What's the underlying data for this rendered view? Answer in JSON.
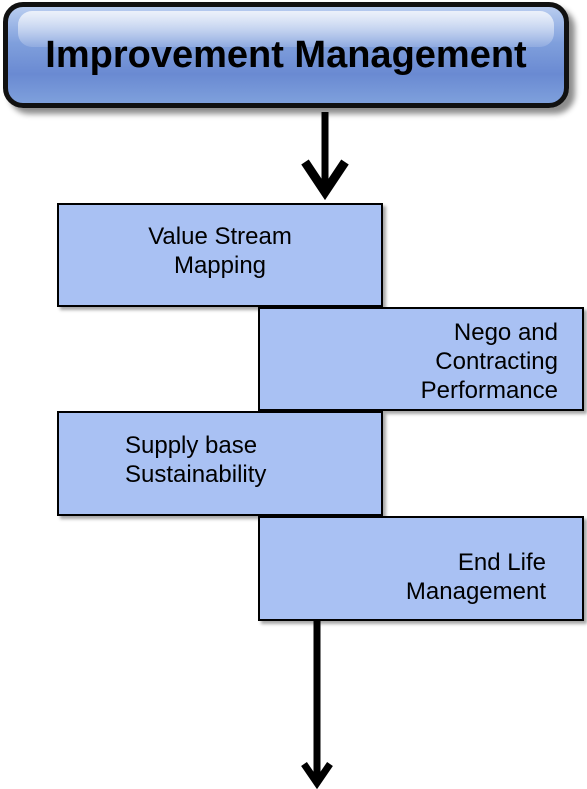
{
  "diagram": {
    "title": "Improvement Management",
    "steps": [
      {
        "label": "Value Stream\nMapping"
      },
      {
        "label": "Nego and\nContracting\nPerformance"
      },
      {
        "label": "Supply base\nSustainability"
      },
      {
        "label": "End Life\nManagement"
      }
    ]
  },
  "colors": {
    "title_fill": "#7f9fdc",
    "step_fill": "#a9c1f3",
    "outline": "#000000"
  }
}
